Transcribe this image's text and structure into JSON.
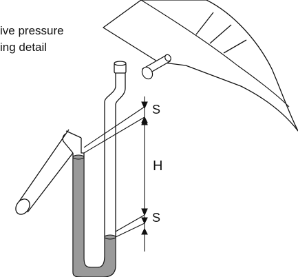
{
  "caption": {
    "line1": "ive pressure",
    "line2": "ing detail"
  },
  "labels": {
    "s_top": "S",
    "h": "H",
    "s_bottom": "S"
  },
  "colors": {
    "ink": "#111111",
    "liquid": "#9a9a9a",
    "background": "#ffffff"
  }
}
